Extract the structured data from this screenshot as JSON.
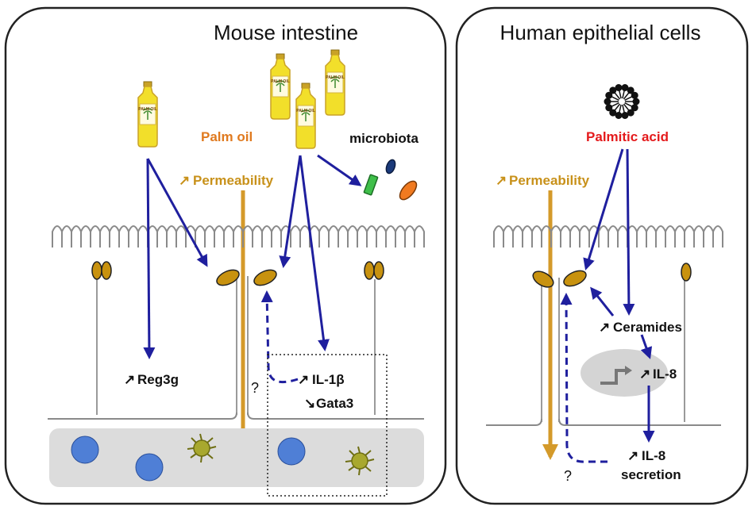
{
  "left_panel": {
    "title": "Mouse intestine",
    "palm_oil": "Palm oil",
    "microbiota": "microbiota",
    "permeability": "Permeability",
    "reg3g": "Reg3g",
    "il1b": "IL-1β",
    "gata3": "Gata3",
    "question": "?"
  },
  "right_panel": {
    "title": "Human epithelial cells",
    "palmitic_acid": "Palmitic acid",
    "permeability": "Permeability",
    "ceramides": "Ceramides",
    "il8": "IL-8",
    "il8_secretion_line1": "IL-8",
    "il8_secretion_line2": "secretion",
    "question": "?"
  },
  "bottle_label": "PALM OIL",
  "symbols": {
    "up_arrow": "↗",
    "down_arrow": "↘"
  },
  "colors": {
    "arrow_blue": "#1f1f9e",
    "permeability_gold": "#d49a2a",
    "palm_oil_orange": "#e07a1f",
    "palmitic_red": "#e41a1c",
    "tight_junction": "#c8920f",
    "lamina_grey": "#dcdcdc",
    "immune_blue": "#4f7fd6",
    "dendritic_green": "#a8a82e"
  }
}
